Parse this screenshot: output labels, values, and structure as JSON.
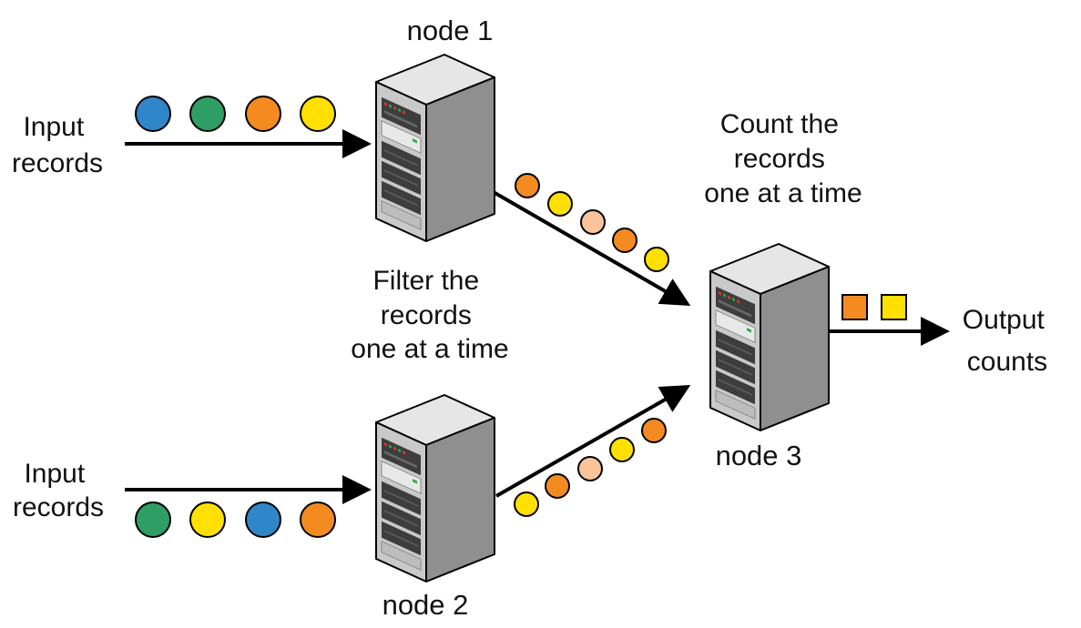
{
  "labels": {
    "node1": "node 1",
    "node2": "node 2",
    "node3": "node 3",
    "input_top": [
      "Input",
      "records"
    ],
    "input_bottom": [
      "Input",
      "records"
    ],
    "filter": [
      "Filter the",
      "records",
      "one at a time"
    ],
    "count": [
      "Count the",
      "records",
      "one at a time"
    ],
    "output": [
      "Output",
      "counts"
    ]
  },
  "colors": {
    "blue": "#2f86c8",
    "green": "#2e9e64",
    "orange": "#f38b20",
    "yellow": "#ffe000",
    "peach": "#f9c49a",
    "arrow": "#000000",
    "server_front": "#c9c9c9",
    "server_side": "#8f8f8f",
    "server_top": "#e6e6e6"
  },
  "inputs": {
    "top": [
      "blue",
      "green",
      "orange",
      "yellow"
    ],
    "bottom": [
      "green",
      "yellow",
      "blue",
      "orange"
    ]
  },
  "streams": {
    "node1_to_node3": [
      "orange",
      "yellow",
      "peach",
      "orange",
      "yellow"
    ],
    "node2_to_node3": [
      "yellow",
      "orange",
      "peach",
      "yellow",
      "orange"
    ]
  },
  "output_squares": [
    "orange",
    "yellow"
  ],
  "icons": {
    "server": "server-icon",
    "record": "record-circle-icon",
    "count": "count-square-icon",
    "arrow": "arrow-icon"
  }
}
